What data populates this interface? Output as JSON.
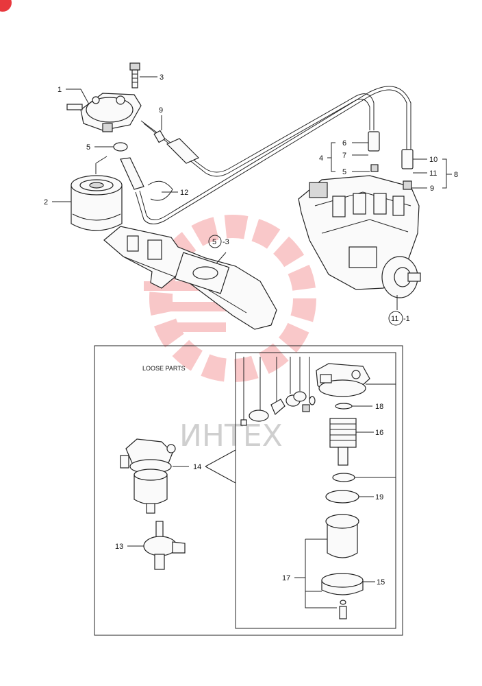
{
  "watermark": {
    "text": "ИНТЕХ",
    "color": "#e8383d"
  },
  "callouts": {
    "c1": "1",
    "c2": "2",
    "c3": "3",
    "c4": "4",
    "c5a": "5",
    "c5b": "5",
    "c6": "6",
    "c7": "7",
    "c8": "8",
    "c9a": "9",
    "c9b": "9",
    "c10": "10",
    "c11": "11",
    "c12": "12",
    "c13": "13",
    "c14": "14",
    "c15": "15",
    "c16": "16",
    "c17": "17",
    "c18": "18",
    "c19": "19",
    "ref5_num": "5",
    "ref5_suffix": "-3",
    "ref11_num": "11",
    "ref11_suffix": "-1"
  },
  "inset": {
    "title": "LOOSE PARTS"
  }
}
